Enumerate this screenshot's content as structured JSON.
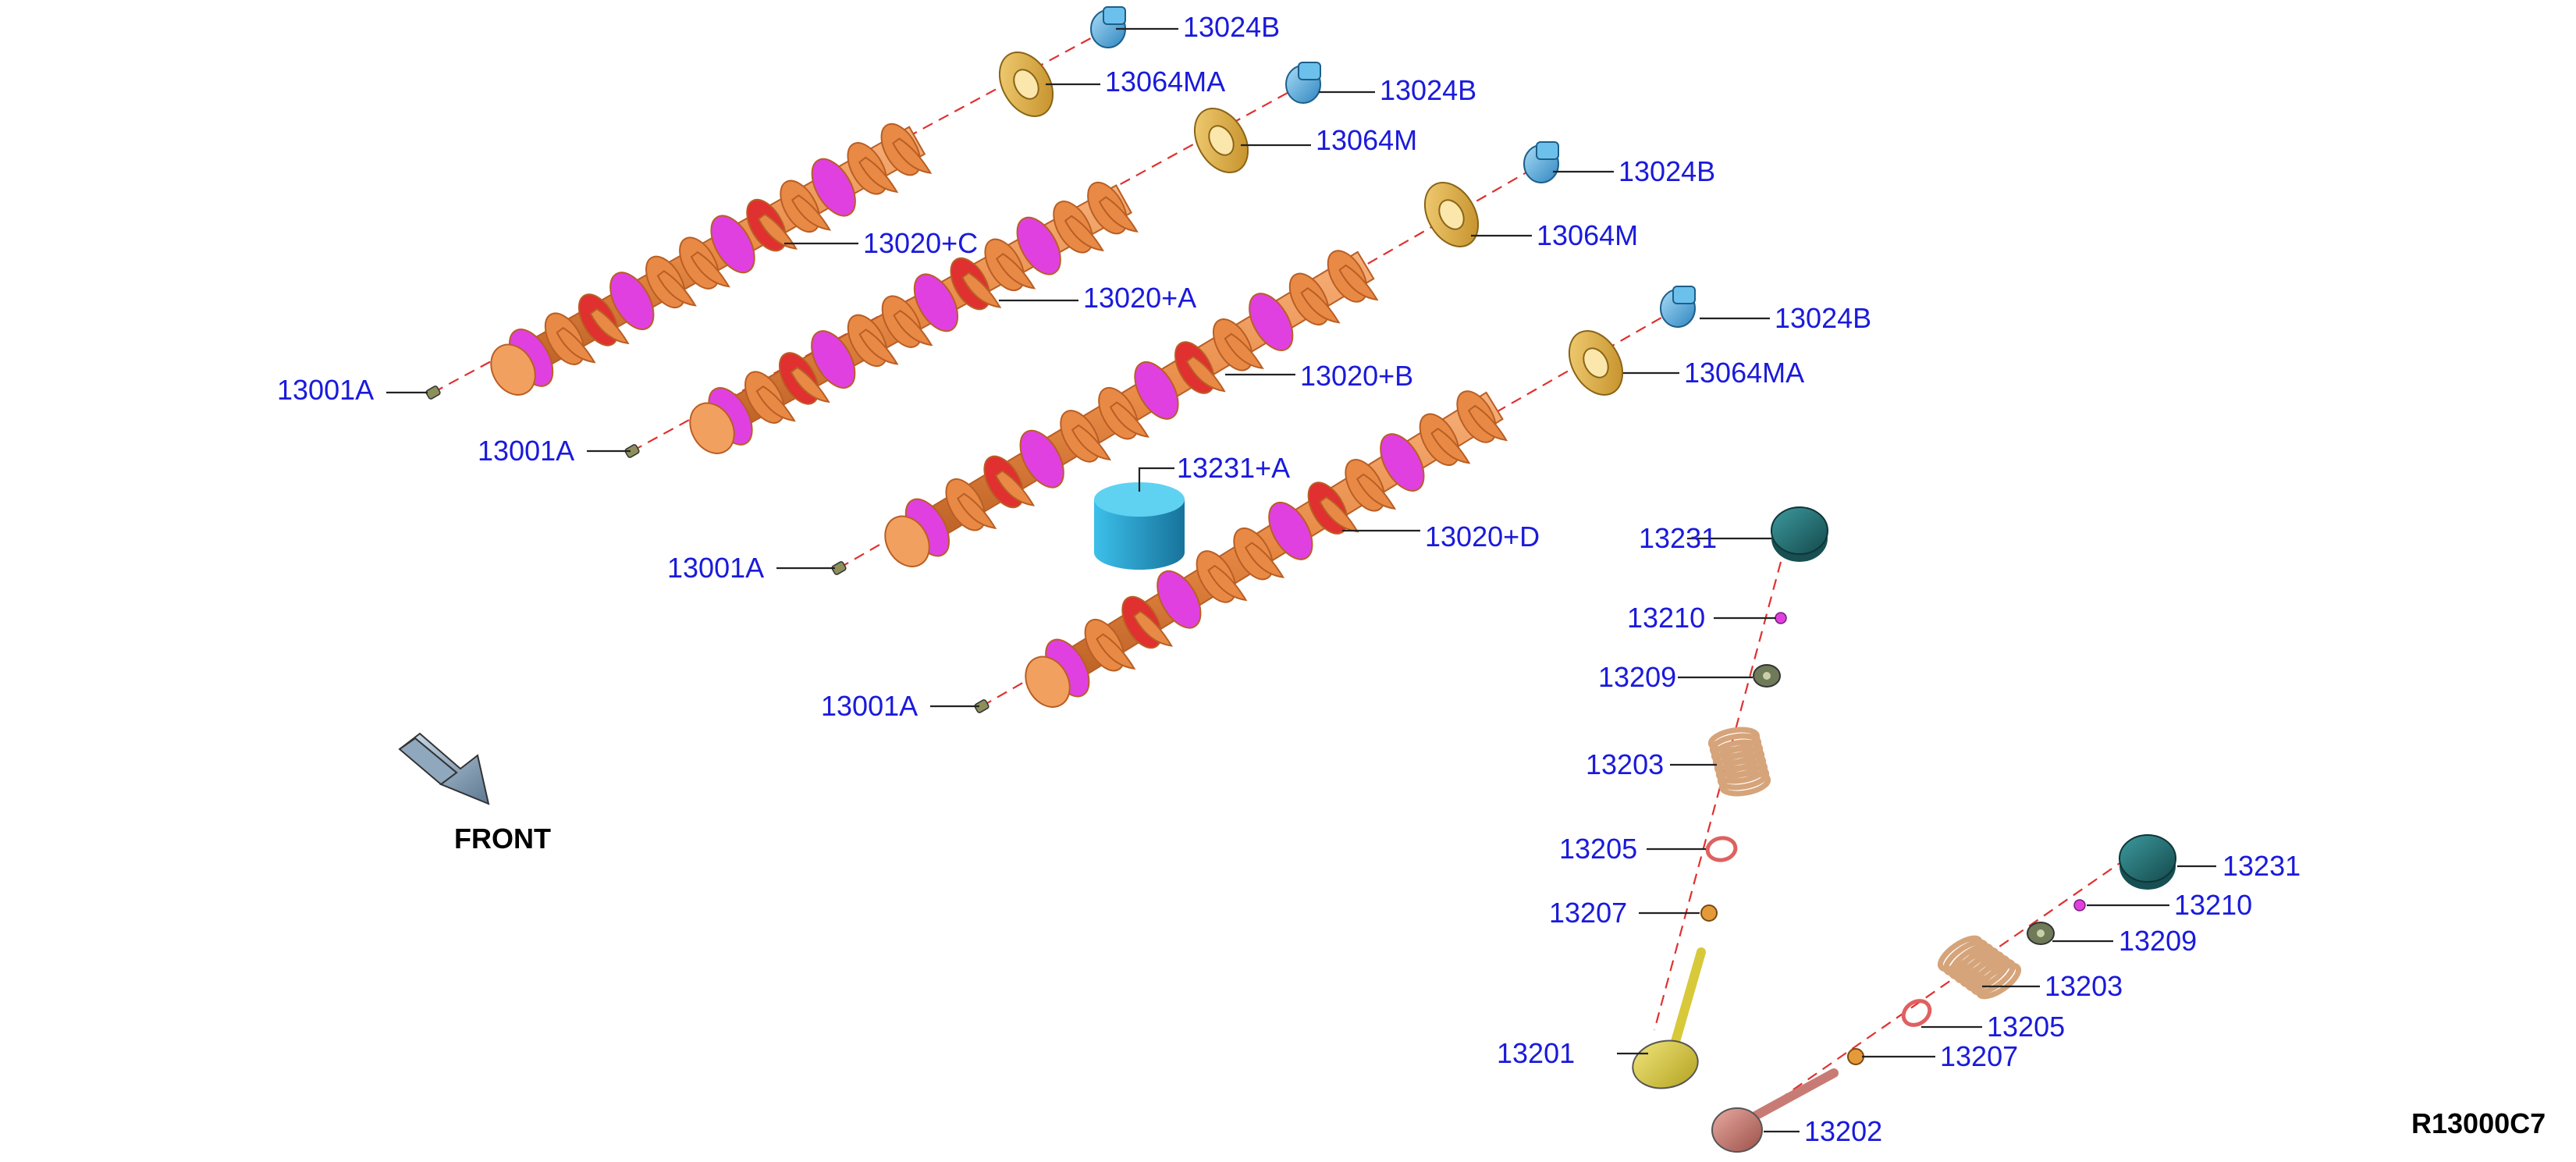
{
  "colors": {
    "label": "#1a1adb",
    "camshaft": "#e88a45",
    "camshaft_dark": "#b95e24",
    "lobe_pink": "#e040e0",
    "lobe_red": "#e03030",
    "sprocket": "#d9a63a",
    "bolt": "#4fa9e0",
    "tappet": "#1f9fcf",
    "retainer": "#1f6f73",
    "spring": "#d6a47a",
    "oring": "#e06060",
    "valve_exhaust": "#d8c93a",
    "valve_intake": "#c87b74",
    "axis_line": "#e03030"
  },
  "labels": {
    "cam1": {
      "bolt": "13024B",
      "sprocket": "13064MA",
      "shaft": "13020+C",
      "plug": "13001A"
    },
    "cam2": {
      "bolt": "13024B",
      "sprocket": "13064M",
      "shaft": "13020+A",
      "plug": "13001A"
    },
    "cam3": {
      "bolt": "13024B",
      "sprocket": "13064M",
      "shaft": "13020+B",
      "plug": "13001A"
    },
    "cam4": {
      "bolt": "13024B",
      "sprocket": "13064MA",
      "shaft": "13020+D",
      "plug": "13001A"
    },
    "tappet_small": "13231+A",
    "valve1": {
      "lifter": "13231",
      "keeper": "13210",
      "retainer": "13209",
      "spring": "13203",
      "seal": "13205",
      "seat": "13207",
      "valve": "13201"
    },
    "valve2": {
      "lifter": "13231",
      "keeper": "13210",
      "retainer": "13209",
      "spring": "13203",
      "seal": "13205",
      "seat": "13207",
      "valve": "13202"
    },
    "front_label": "FRONT",
    "diagram_code": "R13000C7"
  },
  "icons": {
    "front_arrow": "front-arrow-icon"
  }
}
